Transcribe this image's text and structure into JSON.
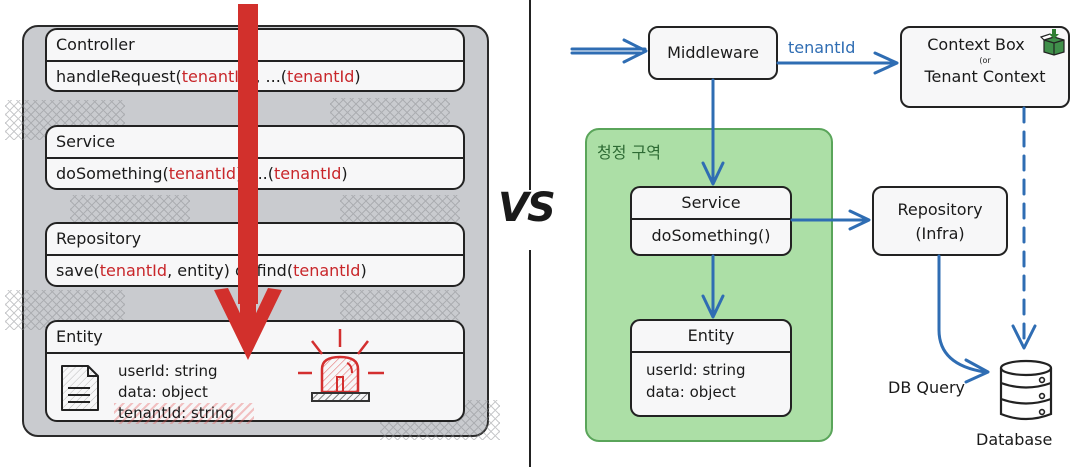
{
  "left": {
    "layers": [
      {
        "title": "Controller",
        "body": [
          {
            "t": "handleRequest(",
            "c": "plain"
          },
          {
            "t": "tenantId",
            "c": "red"
          },
          {
            "t": "), ...(",
            "c": "plain"
          },
          {
            "t": "tenantId",
            "c": "red"
          },
          {
            "t": ")",
            "c": "plain"
          }
        ]
      },
      {
        "title": "Service",
        "body": [
          {
            "t": "doSomething(",
            "c": "plain"
          },
          {
            "t": "tenantId",
            "c": "red"
          },
          {
            "t": "), ...(",
            "c": "plain"
          },
          {
            "t": "tenantId",
            "c": "red"
          },
          {
            "t": ")",
            "c": "plain"
          }
        ]
      },
      {
        "title": "Repository",
        "body": [
          {
            "t": "save(",
            "c": "plain"
          },
          {
            "t": "tenantId",
            "c": "red"
          },
          {
            "t": ", entity) or find(",
            "c": "plain"
          },
          {
            "t": "tenantId",
            "c": "red"
          },
          {
            "t": ")",
            "c": "plain"
          }
        ]
      }
    ],
    "entity": {
      "title": "Entity",
      "fields": [
        "userId: string",
        "data: object",
        "tenantId: string"
      ]
    },
    "icons": {
      "document": "document-icon",
      "alarm": "siren-alarm-icon",
      "arrow": "down-arrow-icon"
    }
  },
  "vs_label": "VS",
  "right": {
    "middleware": "Middleware",
    "edge_label": "tenantId",
    "context_box": {
      "line1": "Context Box",
      "or": "(or",
      "line2": "Tenant Context",
      "icon": "box-download-icon"
    },
    "zone_label": "청정 구역",
    "service": {
      "title": "Service",
      "method": "doSomething()"
    },
    "entity": {
      "title": "Entity",
      "fields": [
        "userId: string",
        "data: object"
      ]
    },
    "repository": {
      "line1": "Repository",
      "line2": "(Infra)"
    },
    "db_query_label": "DB Query",
    "database_label": "Database"
  },
  "colors": {
    "accent_red": "#c8262a",
    "accent_blue": "#2f6db3",
    "zone_green": "#acdfa6",
    "panel_gray": "#c9cbcf"
  }
}
